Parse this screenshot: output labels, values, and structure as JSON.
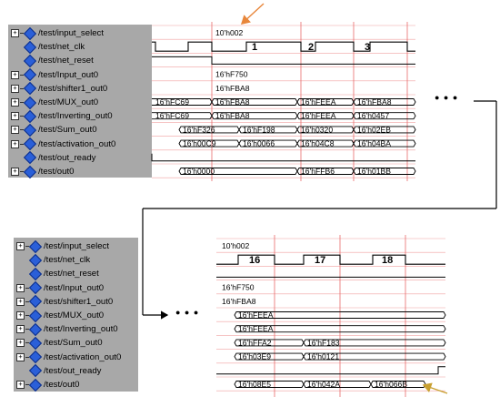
{
  "top": {
    "signals": [
      {
        "name": "/test/input_select",
        "expand": true
      },
      {
        "name": "/test/net_clk",
        "expand": false
      },
      {
        "name": "/test/net_reset",
        "expand": false
      },
      {
        "name": "/test/Input_out0",
        "expand": true
      },
      {
        "name": "/test/shifter1_out0",
        "expand": true
      },
      {
        "name": "/test/MUX_out0",
        "expand": true
      },
      {
        "name": "/test/Inverting_out0",
        "expand": true
      },
      {
        "name": "/test/Sum_out0",
        "expand": true
      },
      {
        "name": "/test/activation_out0",
        "expand": true
      },
      {
        "name": "/test/out_ready",
        "expand": false
      },
      {
        "name": "/test/out0",
        "expand": true
      }
    ],
    "select_value": "10'h002",
    "clock_labels": [
      "1",
      "2",
      "3"
    ],
    "input_value": "16'hF750",
    "shifter_value": "16'hFBA8",
    "mux_values": [
      "16'hFC69",
      "16'hFBA8",
      "16'hFEEA",
      "16'hFBA8"
    ],
    "inverting_values": [
      "16'hFC69",
      "16'hFBA8",
      "16'hFEEA",
      "16'h0457"
    ],
    "sum_values": [
      "16'hF326",
      "16'hF198",
      "16'h0320",
      "16'h02EB"
    ],
    "activation_values": [
      "16'h00C9",
      "16'h0066",
      "16'h04C8",
      "16'h04BA"
    ],
    "out_values": [
      "16'h0000",
      "16'hFFB6",
      "16'h01BB"
    ]
  },
  "bottom": {
    "signals": [
      {
        "name": "/test/input_select",
        "expand": true
      },
      {
        "name": "/test/net_clk",
        "expand": false
      },
      {
        "name": "/test/net_reset",
        "expand": false
      },
      {
        "name": "/test/Input_out0",
        "expand": true
      },
      {
        "name": "/test/shifter1_out0",
        "expand": true
      },
      {
        "name": "/test/MUX_out0",
        "expand": true
      },
      {
        "name": "/test/Inverting_out0",
        "expand": true
      },
      {
        "name": "/test/Sum_out0",
        "expand": true
      },
      {
        "name": "/test/activation_out0",
        "expand": true
      },
      {
        "name": "/test/out_ready",
        "expand": false
      },
      {
        "name": "/test/out0",
        "expand": true
      }
    ],
    "select_value": "10'h002",
    "clock_labels": [
      "16",
      "17",
      "18"
    ],
    "input_value": "16'hF750",
    "shifter_value": "16'hFBA8",
    "mux_value": "16'hFEEA",
    "inverting_value": "16'hFEEA",
    "sum_values": [
      "16'hFFA2",
      "16'hF183"
    ],
    "activation_values": [
      "16'h03E9",
      "16'h0121"
    ],
    "out_values": [
      "16'h08E5",
      "16'h042A",
      "16'h066B"
    ]
  },
  "ellipsis_top": "● ● ●",
  "ellipsis_bottom": "● ● ●",
  "colors": {
    "panel": "#a8a8a8",
    "icon": "#2a5fd8",
    "grid": "#e86a6a",
    "arrow": "#e8863a",
    "arrow2": "#c8a030"
  }
}
